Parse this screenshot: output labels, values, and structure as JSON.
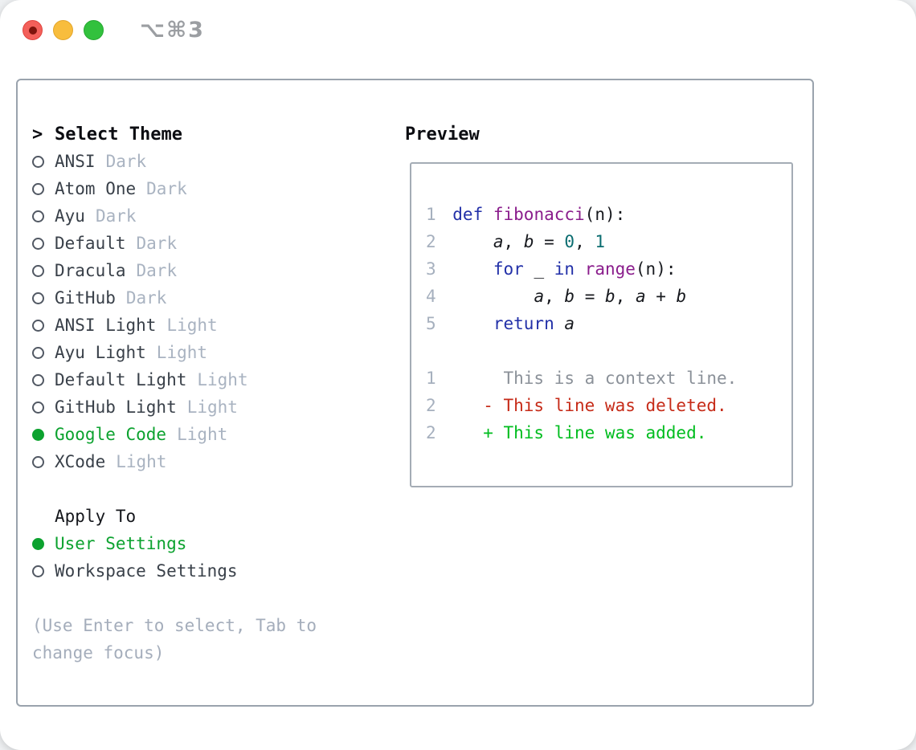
{
  "titlebar": {
    "shortcut": "⌥⌘3",
    "lights": [
      "close",
      "minimize",
      "zoom"
    ]
  },
  "colors": {
    "accent_green": "#0ca22f",
    "diff_added": "#00bd1f",
    "diff_deleted": "#c62b18",
    "diff_context": "#8b9199",
    "syntax_keyword": "#2230a8",
    "syntax_function": "#8a1d8c",
    "syntax_literal": "#0b6d70",
    "panel_border": "#9aa3ad"
  },
  "theme_selector": {
    "prompt": ">",
    "title": "Select Theme",
    "items": [
      {
        "name": "ANSI",
        "variant": "Dark",
        "selected": false
      },
      {
        "name": "Atom One",
        "variant": "Dark",
        "selected": false
      },
      {
        "name": "Ayu",
        "variant": "Dark",
        "selected": false
      },
      {
        "name": "Default",
        "variant": "Dark",
        "selected": false
      },
      {
        "name": "Dracula",
        "variant": "Dark",
        "selected": false
      },
      {
        "name": "GitHub",
        "variant": "Dark",
        "selected": false
      },
      {
        "name": "ANSI Light",
        "variant": "Light",
        "selected": false
      },
      {
        "name": "Ayu Light",
        "variant": "Light",
        "selected": false
      },
      {
        "name": "Default Light",
        "variant": "Light",
        "selected": false
      },
      {
        "name": "GitHub Light",
        "variant": "Light",
        "selected": false
      },
      {
        "name": "Google Code",
        "variant": "Light",
        "selected": true
      },
      {
        "name": "XCode",
        "variant": "Light",
        "selected": false
      }
    ]
  },
  "apply_to": {
    "title": "Apply To",
    "options": [
      {
        "label": "User Settings",
        "selected": true
      },
      {
        "label": "Workspace Settings",
        "selected": false
      }
    ]
  },
  "help_text": "(Use Enter to select, Tab to change focus)",
  "preview": {
    "title": "Preview",
    "code_lines": [
      {
        "num": "1",
        "tokens": [
          {
            "text": "def",
            "style": "kwd"
          },
          {
            "text": " ",
            "style": "pln"
          },
          {
            "text": "fibonacci",
            "style": "typ"
          },
          {
            "text": "(n):",
            "style": "pln"
          }
        ]
      },
      {
        "num": "2",
        "tokens": [
          {
            "text": "    ",
            "style": "pln"
          },
          {
            "text": "a",
            "style": "var"
          },
          {
            "text": ", ",
            "style": "pln"
          },
          {
            "text": "b",
            "style": "var"
          },
          {
            "text": " = ",
            "style": "pln"
          },
          {
            "text": "0",
            "style": "lit"
          },
          {
            "text": ", ",
            "style": "pln"
          },
          {
            "text": "1",
            "style": "lit"
          }
        ]
      },
      {
        "num": "3",
        "tokens": [
          {
            "text": "    ",
            "style": "pln"
          },
          {
            "text": "for",
            "style": "kwd"
          },
          {
            "text": " _ ",
            "style": "pln"
          },
          {
            "text": "in",
            "style": "kwd"
          },
          {
            "text": " ",
            "style": "pln"
          },
          {
            "text": "range",
            "style": "typ"
          },
          {
            "text": "(n):",
            "style": "pln"
          }
        ]
      },
      {
        "num": "4",
        "tokens": [
          {
            "text": "        ",
            "style": "pln"
          },
          {
            "text": "a",
            "style": "var"
          },
          {
            "text": ", ",
            "style": "pln"
          },
          {
            "text": "b",
            "style": "var"
          },
          {
            "text": " = ",
            "style": "pln"
          },
          {
            "text": "b",
            "style": "var"
          },
          {
            "text": ", ",
            "style": "pln"
          },
          {
            "text": "a",
            "style": "var"
          },
          {
            "text": " + ",
            "style": "pln"
          },
          {
            "text": "b",
            "style": "var"
          }
        ]
      },
      {
        "num": "5",
        "tokens": [
          {
            "text": "    ",
            "style": "pln"
          },
          {
            "text": "return",
            "style": "kwd"
          },
          {
            "text": " ",
            "style": "pln"
          },
          {
            "text": "a",
            "style": "var"
          }
        ]
      }
    ],
    "diff_lines": [
      {
        "num": "1",
        "text": "     This is a context line.",
        "style": "ctx"
      },
      {
        "num": "2",
        "text": "   - This line was deleted.",
        "style": "del"
      },
      {
        "num": "2",
        "text": "   + This line was added.",
        "style": "add"
      }
    ]
  }
}
